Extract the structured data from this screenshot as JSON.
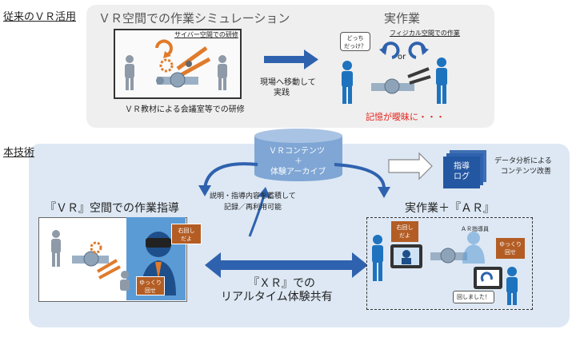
{
  "top": {
    "section_label": "従来のＶＲ活用",
    "sim_title": "ＶＲ空間での作業シミュレーション",
    "cyber_training": "サイバー空間での研修",
    "meeting_caption": "ＶＲ教材による会議室等での研修",
    "move_text_1": "現場へ移動して",
    "move_text_2": "実践",
    "real_title": "実作業",
    "physical_space": "フィジカル空間での作業",
    "bubble_line1": "どっち",
    "bubble_line2": "だっけ？",
    "or_text": "or",
    "memory_text": "記憶が曖昧に・・・"
  },
  "bottom": {
    "section_label": "本技術",
    "db_line1": "ＶＲコンテンツ",
    "db_line2": "＋",
    "db_line3": "体験アーカイブ",
    "archive_text_1": "説明・指導内容を蓄積して",
    "archive_text_2": "記録／再利用可能",
    "doc_line1": "指導",
    "doc_line2": "ログ",
    "analysis_1": "データ分析による",
    "analysis_2": "コンテンツ改善",
    "vr_guidance_title": "『ＶＲ』空間での作業指導",
    "ar_title": "実作業＋『ＡＲ』",
    "xr_line1": "『ＸＲ』での",
    "xr_line2": "リアルタイム体験共有",
    "bubble_right_1": "右回し",
    "bubble_right_2": "だよ",
    "bubble_slow_1": "ゆっくり",
    "bubble_slow_2": "回せ",
    "ar_instructor": "ＡＲ指導員",
    "bubble_done": "回しました！"
  },
  "colors": {
    "top_bg": "#efefef",
    "bottom_bg": "#dde8f4",
    "arrow_blue": "#2f62ae",
    "person_gray": "#8f9aa8",
    "person_blue": "#1e73be",
    "orange": "#e07b2c",
    "speech_brown": "#b35d24",
    "red_text": "#e4231c"
  }
}
